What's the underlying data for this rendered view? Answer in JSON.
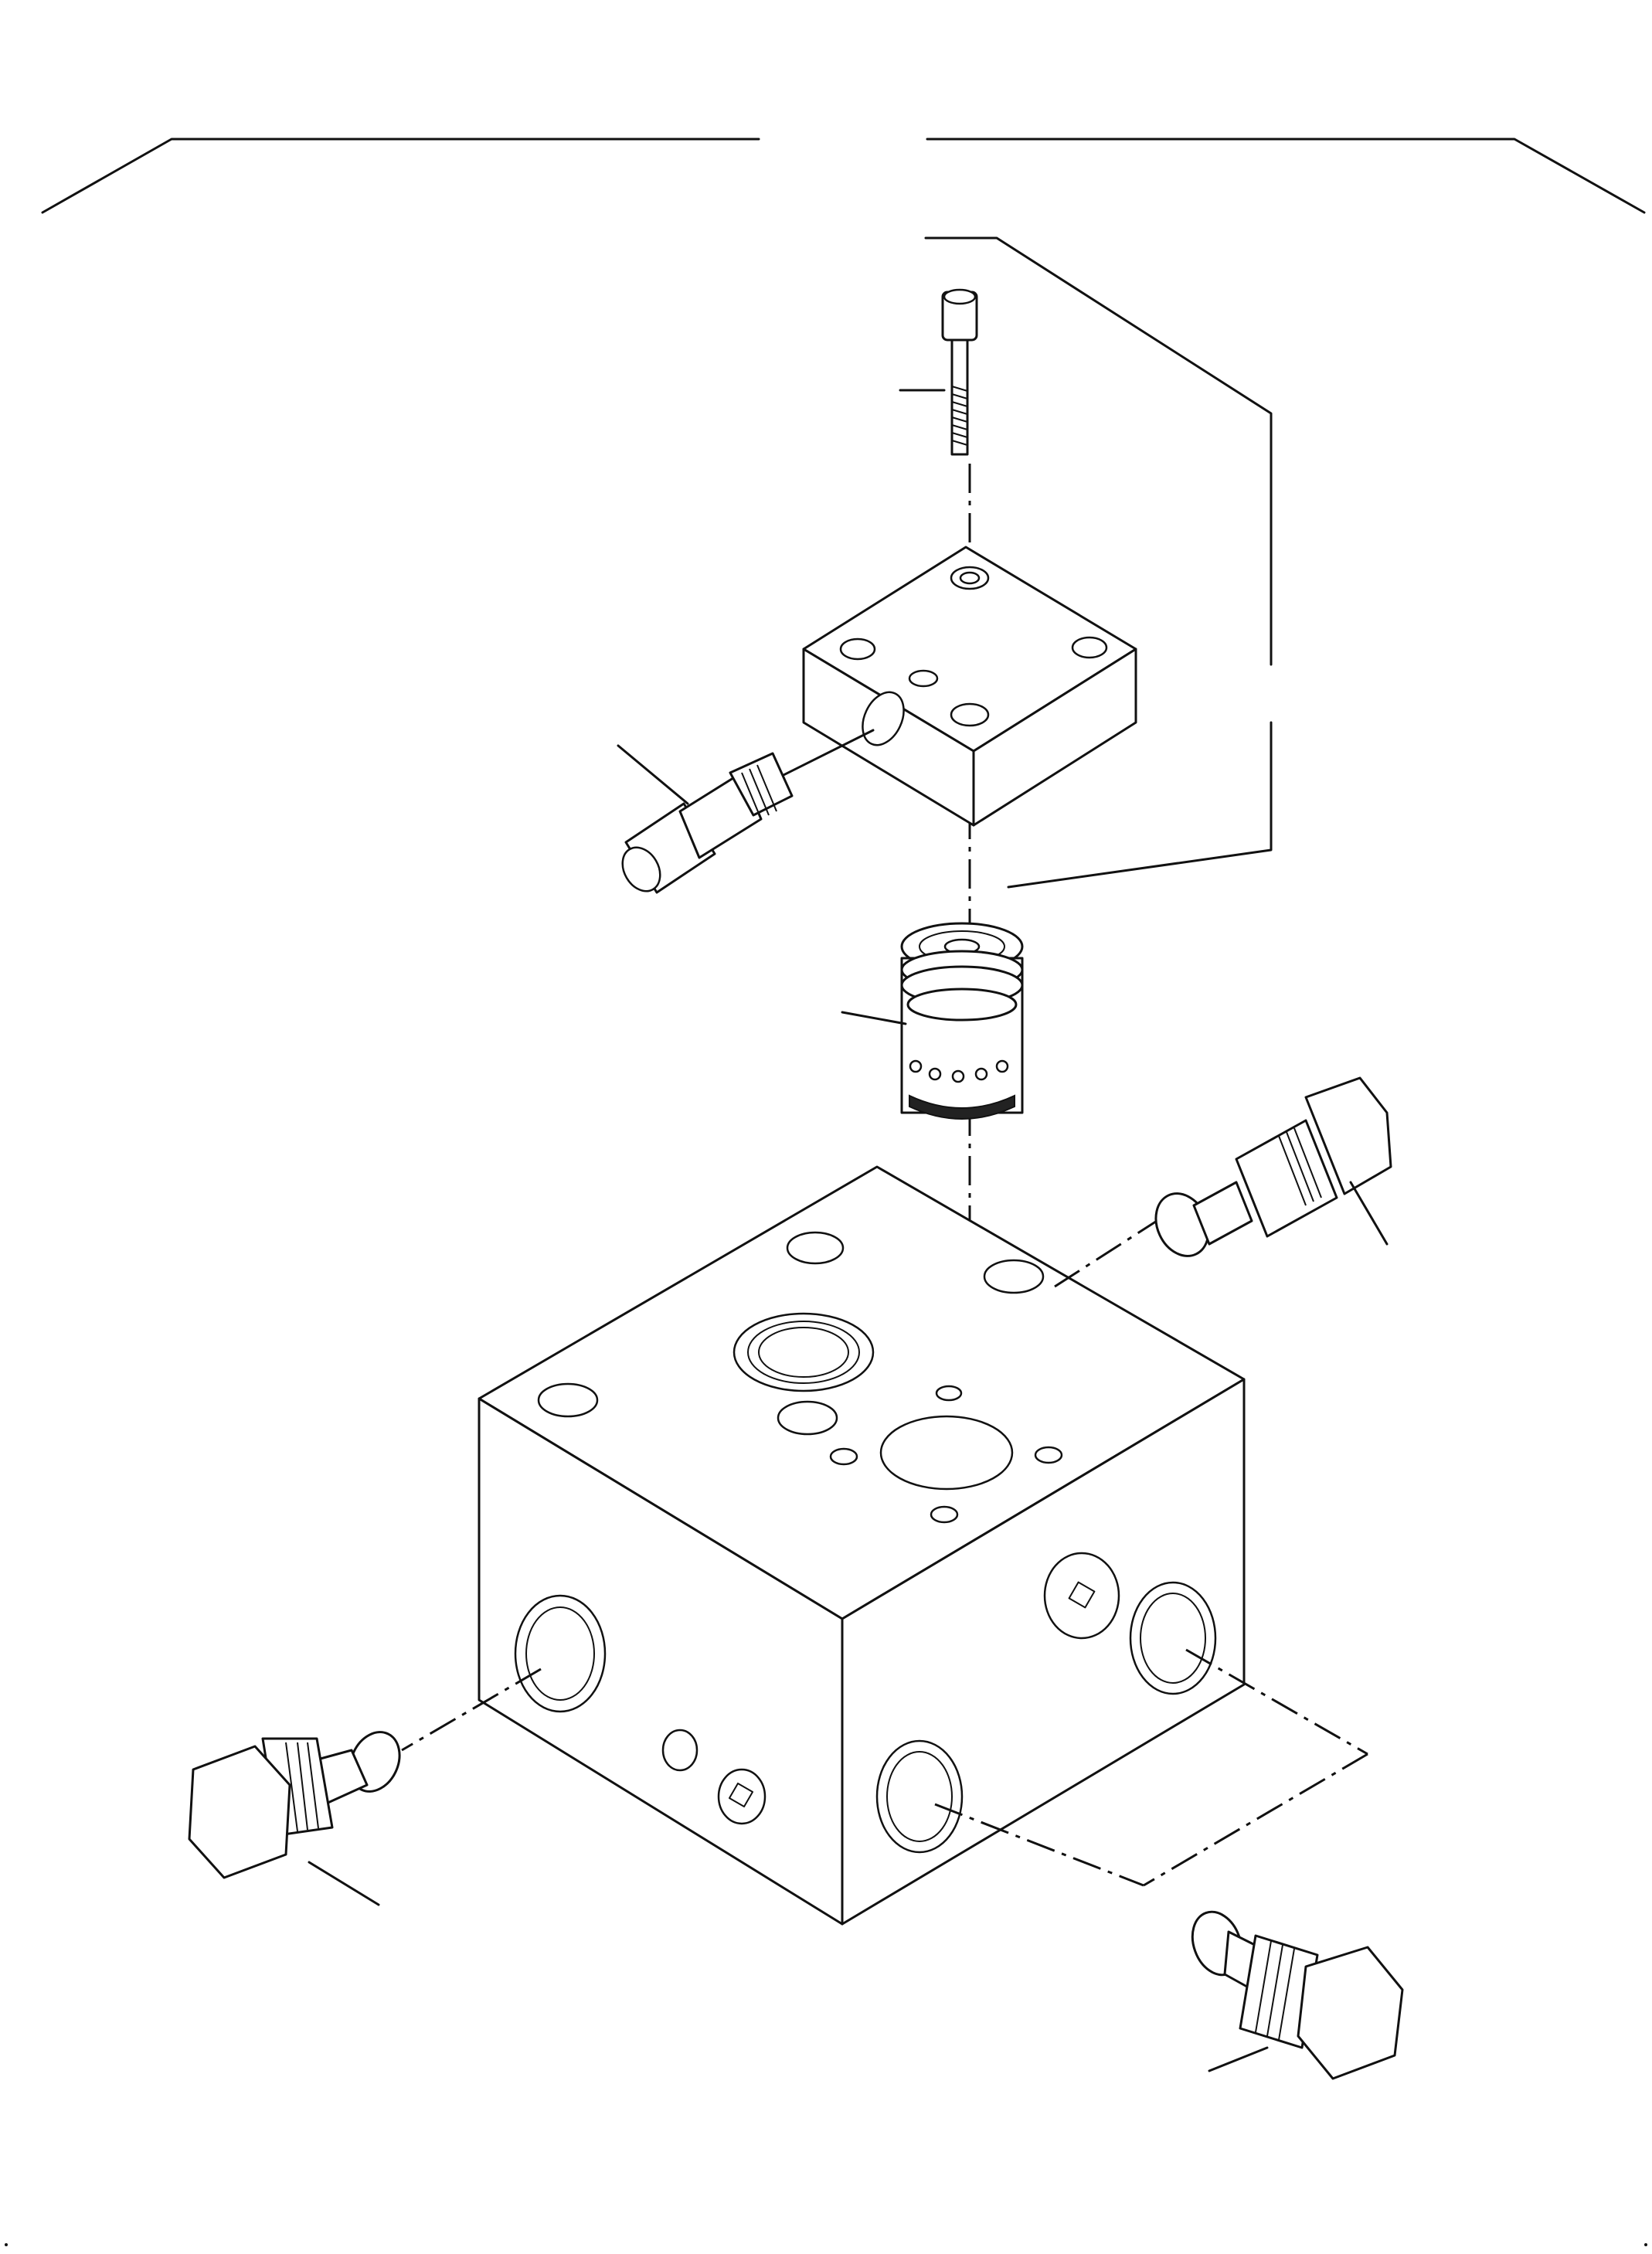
{
  "diagram": {
    "title": "",
    "callouts": [],
    "parts": [
      {
        "name": "socket-head-cap-screw"
      },
      {
        "name": "valve-cover-block"
      },
      {
        "name": "adjuster-fitting"
      },
      {
        "name": "cartridge-valve"
      },
      {
        "name": "manifold-block"
      },
      {
        "name": "plug-top-right"
      },
      {
        "name": "plug-left"
      },
      {
        "name": "plug-bottom-right"
      }
    ]
  },
  "colors": {
    "line": "#111111",
    "background": "#ffffff"
  }
}
